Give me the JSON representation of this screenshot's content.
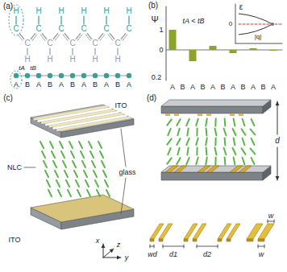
{
  "diagram": {
    "labels": [
      "(a)",
      "H",
      "H",
      "H",
      "H",
      "H",
      "H",
      "H",
      "H",
      "H",
      "H",
      "H",
      "C",
      "C",
      "C",
      "C",
      "C",
      "C",
      "C",
      "C",
      "C",
      "C",
      "C",
      "tA",
      "tB",
      "A",
      "B",
      "A",
      "B",
      "A",
      "B",
      "A",
      "B",
      "A",
      "B",
      "A",
      "(b)",
      "Ψ",
      "1",
      "0",
      "0.2",
      "tA < tB",
      "ε",
      "0",
      "|q|",
      "A",
      "B",
      "A",
      "B",
      "A",
      "B",
      "A",
      "B",
      "A",
      "B",
      "A",
      "(c)",
      "ITO",
      "NLC",
      "glass",
      "ITO",
      "x",
      "y",
      "z",
      "(d)",
      "d",
      "wd",
      "d1",
      "d2",
      "w",
      "w"
    ]
  }
}
